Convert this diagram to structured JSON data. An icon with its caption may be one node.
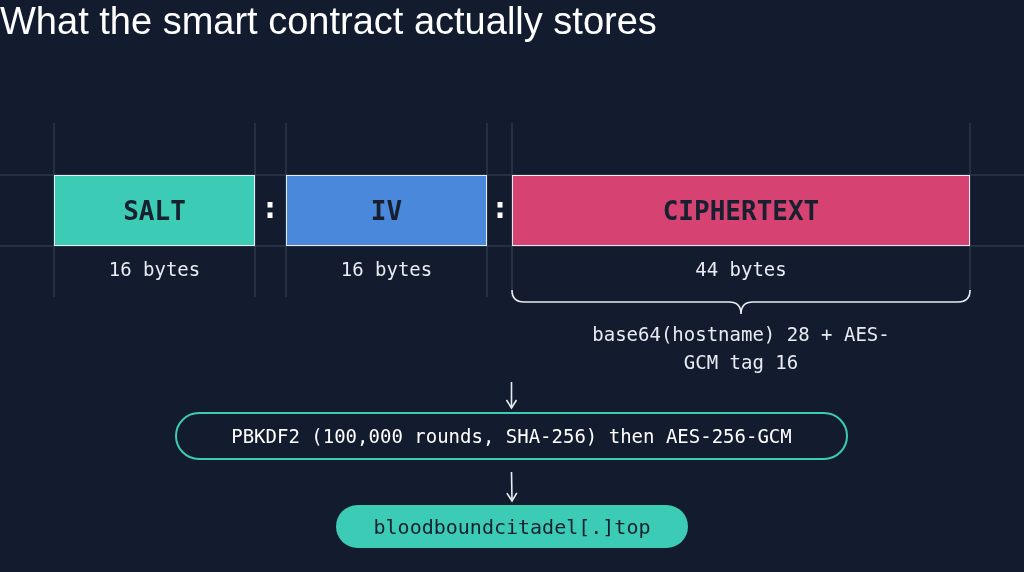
{
  "diagram": {
    "title": "What the smart contract actually stores",
    "nodes": [
      {
        "text": [
          "SALT"
        ],
        "beside": [
          "16 bytes"
        ]
      },
      {
        "text": [
          "IV"
        ],
        "beside": [
          "16 bytes"
        ]
      },
      {
        "text": [
          "CIPHERTEXT"
        ],
        "beside": [
          "44 bytes"
        ]
      },
      {
        "text": [
          "PBKDF2 (100,000 rounds, SHA-256) then AES-256-GCM"
        ]
      },
      {
        "text": [
          "bloodboundcitadel[.]top"
        ]
      }
    ],
    "edges": [
      {
        "from": null,
        "to": 3,
        "arrow": "to"
      },
      {
        "from": 3,
        "to": 4,
        "arrow": "to"
      }
    ],
    "labels": [
      ":",
      ":",
      "base64(hostname) 28 + AES-GCM tag 16"
    ]
  }
}
